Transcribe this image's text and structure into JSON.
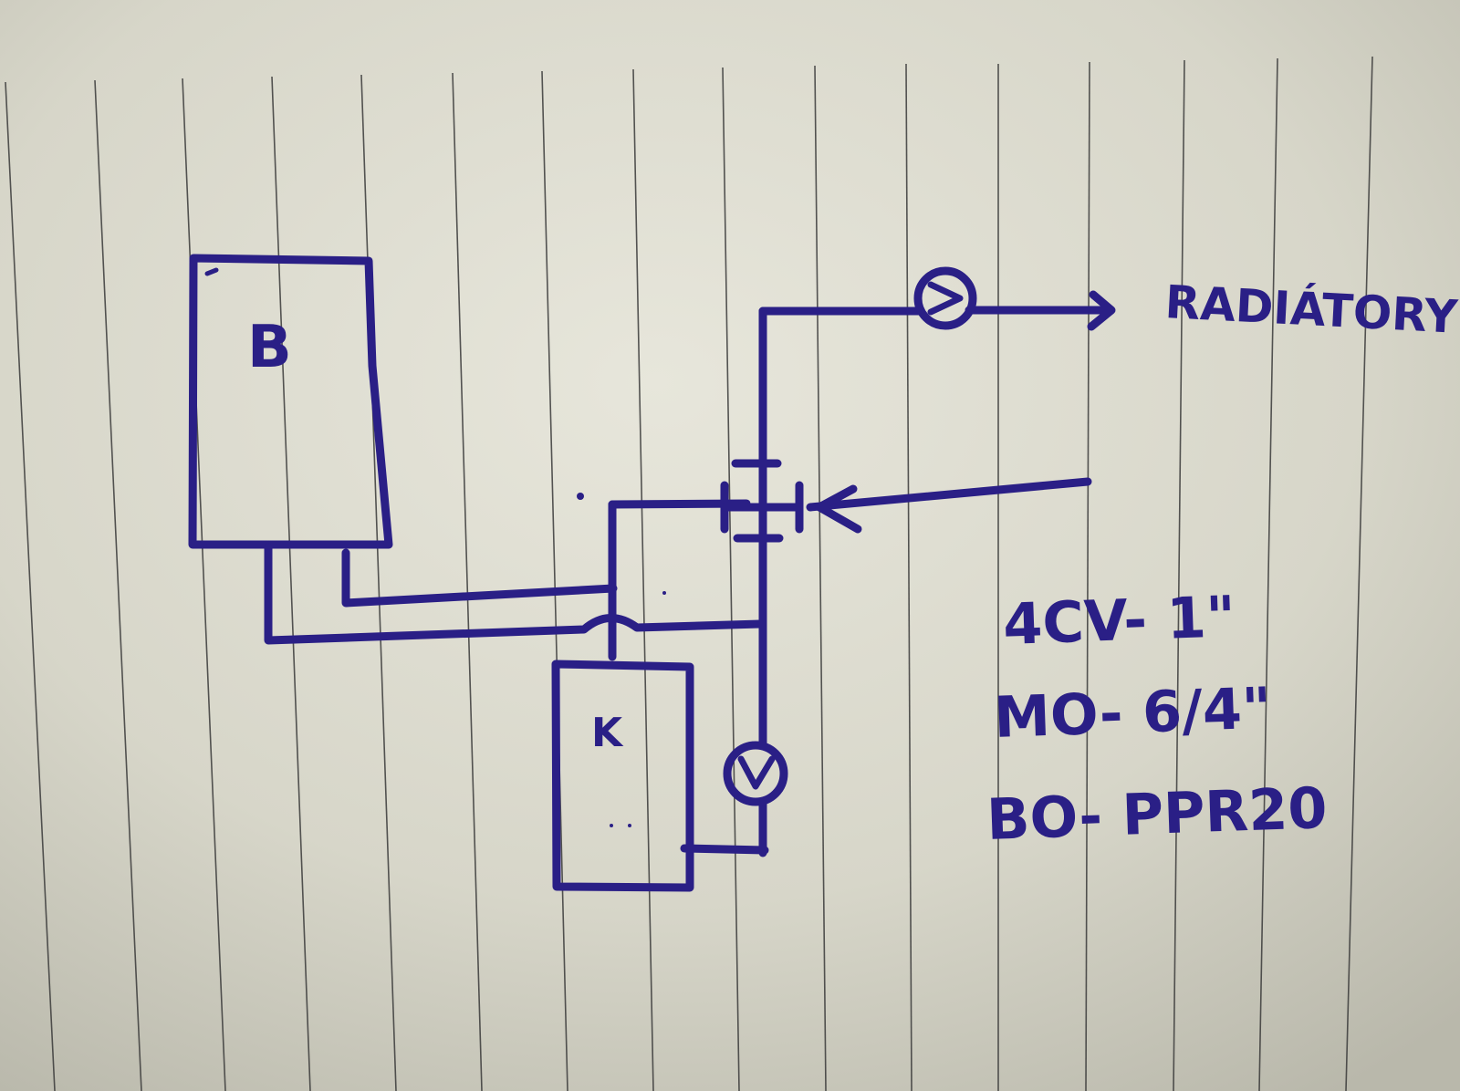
{
  "labels": {
    "boiler": "B",
    "kettle": "K",
    "radiators": "RADIÁTORY",
    "legend_1": "4CV- 1\"",
    "legend_2": "MO- 6/4\"",
    "legend_3": "BO- PPR20"
  },
  "colors": {
    "paper": "#dcdbcf",
    "ink": "#2a1f86",
    "rule_line": "#3d3d3d"
  }
}
